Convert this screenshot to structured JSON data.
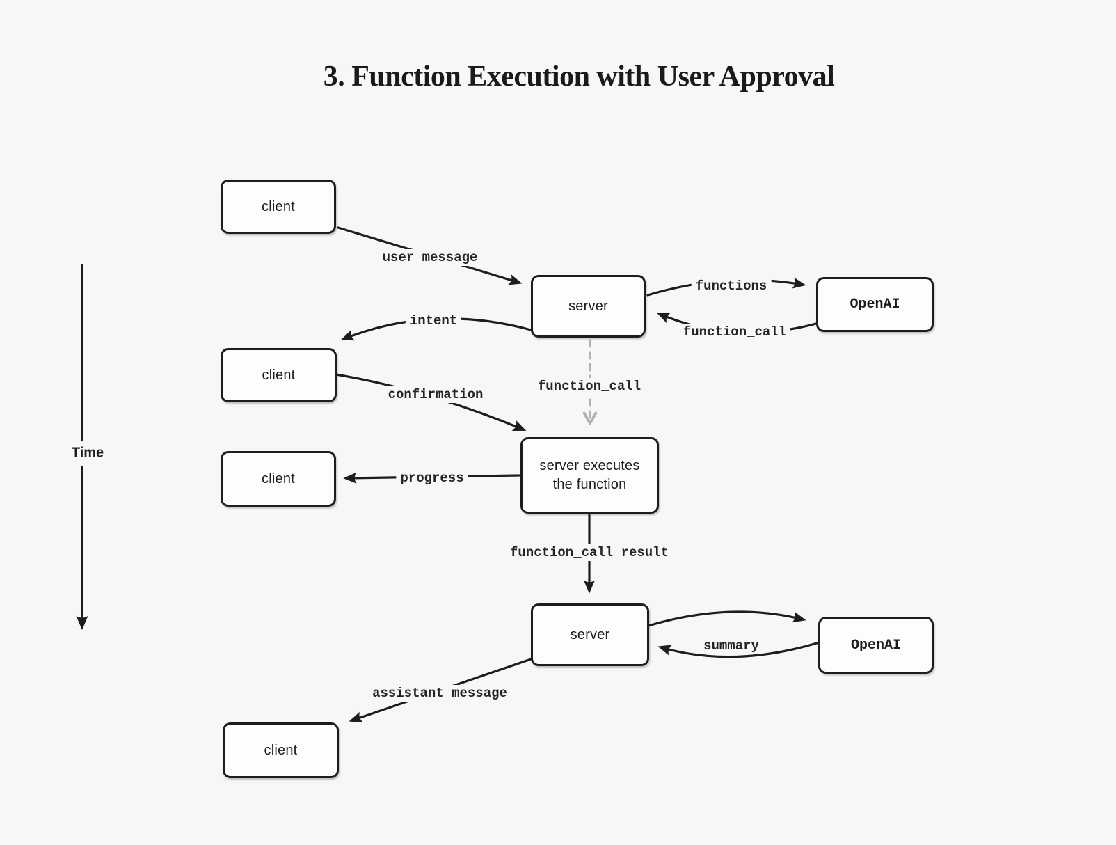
{
  "title": "3. Function Execution with User Approval",
  "time_axis": {
    "label": "Time",
    "direction": "down"
  },
  "colors": {
    "background": "#f7f7f8",
    "node_fill": "#fdfdfd",
    "stroke": "#1d1d1d",
    "dashed_stroke": "#b1b1b6"
  },
  "nodes": {
    "client1": {
      "label": "client"
    },
    "server1": {
      "label": "server"
    },
    "openai1": {
      "label": "OpenAI"
    },
    "client2": {
      "label": "client"
    },
    "executor": {
      "label": "server executes\nthe function"
    },
    "client3": {
      "label": "client"
    },
    "server2": {
      "label": "server"
    },
    "openai2": {
      "label": "OpenAI"
    },
    "client4": {
      "label": "client"
    }
  },
  "edges": {
    "user_message": {
      "label": "user message",
      "from": "client",
      "to": "server",
      "style": "solid"
    },
    "functions": {
      "label": "functions",
      "from": "server",
      "to": "OpenAI",
      "style": "solid"
    },
    "function_call_openai": {
      "label": "function_call",
      "from": "OpenAI",
      "to": "server",
      "style": "solid"
    },
    "intent": {
      "label": "intent",
      "from": "server",
      "to": "client",
      "style": "solid"
    },
    "confirmation": {
      "label": "confirmation",
      "from": "client",
      "to": "server executes the function",
      "style": "solid"
    },
    "function_call_dashed": {
      "label": "function_call",
      "from": "server",
      "to": "server executes the function",
      "style": "dashed"
    },
    "progress": {
      "label": "progress",
      "from": "server executes the function",
      "to": "client",
      "style": "solid"
    },
    "function_call_result": {
      "label": "function_call result",
      "from": "server executes the function",
      "to": "server",
      "style": "solid"
    },
    "summary": {
      "label": "summary",
      "from": "server",
      "to": "OpenAI",
      "style": "solid-roundtrip"
    },
    "assistant_message": {
      "label": "assistant message",
      "from": "server",
      "to": "client",
      "style": "solid"
    }
  }
}
